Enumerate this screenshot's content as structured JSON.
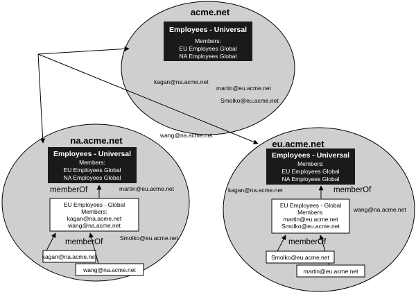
{
  "domains": {
    "root": {
      "name": "acme.net",
      "universal": {
        "title": "Employees - Universal",
        "members_label": "Members:",
        "members": [
          "EU Employees Global",
          "NA Employees Global"
        ]
      },
      "users": [
        "kagan@na.acme.net",
        "martin@eu.acme.net",
        "Smolko@eu.acme.net",
        "wang@na.acme.net"
      ]
    },
    "na": {
      "name": "na.acme.net",
      "universal": {
        "title": "Employees - Universal",
        "members_label": "Members:",
        "members": [
          "EU Employees Global",
          "NA Employees Global"
        ]
      },
      "member_of_1": "memberOf",
      "member_of_2": "memberOf",
      "global": {
        "title": "EU Employees - Global",
        "members_label": "Members:",
        "members": [
          "kagan@na.acme.net",
          "wang@na.acme.net"
        ]
      },
      "user_boxes": [
        "kagan@na.acme.net",
        "wang@na.acme.net"
      ],
      "outside_users": [
        "martin@eu.acme.net",
        "Smolko@eu.acme.net"
      ]
    },
    "eu": {
      "name": "eu.acme.net",
      "universal": {
        "title": "Employees - Universal",
        "members_label": "Members:",
        "members": [
          "EU Employees Global",
          "NA Employees Global"
        ]
      },
      "member_of_1": "memberOf",
      "member_of_2": "memberOf",
      "global": {
        "title": "EU Employees - Global",
        "members_label": "Members:",
        "members": [
          "martin@eu.acme.net",
          "Smolko@eu.acme.net"
        ]
      },
      "user_boxes": [
        "Smolko@eu.acme.net",
        "martin@eu.acme.net"
      ],
      "outside_users": [
        "kagan@na.acme.net",
        "wang@na.acme.net"
      ]
    }
  },
  "colors": {
    "ellipse_fill": "#cfcfcf",
    "universal_fill": "#1a1a1a",
    "line": "#000000"
  }
}
